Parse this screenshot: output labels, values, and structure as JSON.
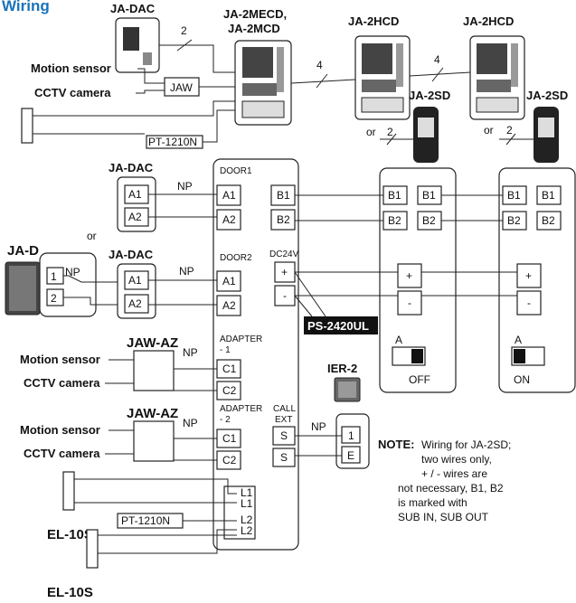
{
  "title": "Wiring",
  "devices": {
    "ja_dac_top": "JA-DAC",
    "ja_2mecd": "JA-2MECD,",
    "ja_2mcd": "JA-2MCD",
    "ja_2hcd_1": "JA-2HCD",
    "ja_2hcd_2": "JA-2HCD",
    "ja_2sd_1": "JA-2SD",
    "ja_2sd_2": "JA-2SD",
    "ja_dac_1": "JA-DAC",
    "ja_dac_2": "JA-DAC",
    "ja_d": "JA-D",
    "jaw_az_1": "JAW-AZ",
    "jaw_az_2": "JAW-AZ",
    "ier_2": "IER-2",
    "el_10s_1": "EL-10S",
    "el_10s_2": "EL-10S",
    "ps_2420ul": "PS-2420UL",
    "jaw": "JAW",
    "pt_1210n_1": "PT-1210N",
    "pt_1210n_2": "PT-1210N"
  },
  "labels": {
    "motion_sensor": "Motion sensor",
    "cctv_camera": "CCTV camera",
    "or": "or",
    "np": "NP",
    "wires_2": "2",
    "wires_4": "4",
    "door1": "DOOR1",
    "door2": "DOOR2",
    "dc24v": "DC24V",
    "adapter1_a": "ADAPTER",
    "adapter1_b": "- 1",
    "adapter2_a": "ADAPTER",
    "adapter2_b": "- 2",
    "call_ext_a": "CALL",
    "call_ext_b": "EXT",
    "switch_a": "A",
    "off": "OFF",
    "on": "ON"
  },
  "terminals": {
    "a1": "A1",
    "a2": "A2",
    "b1": "B1",
    "b2": "B2",
    "c1": "C1",
    "c2": "C2",
    "s": "S",
    "l1": "L1",
    "l2": "L2",
    "plus": "+",
    "minus": "-",
    "one": "1",
    "two": "2",
    "e": "E"
  },
  "note": {
    "heading": "NOTE:",
    "lines": [
      "Wiring for JA-2SD;",
      "two wires only,",
      "+ / - wires are",
      "not necessary, B1, B2",
      "is marked with",
      "SUB IN, SUB OUT"
    ]
  }
}
